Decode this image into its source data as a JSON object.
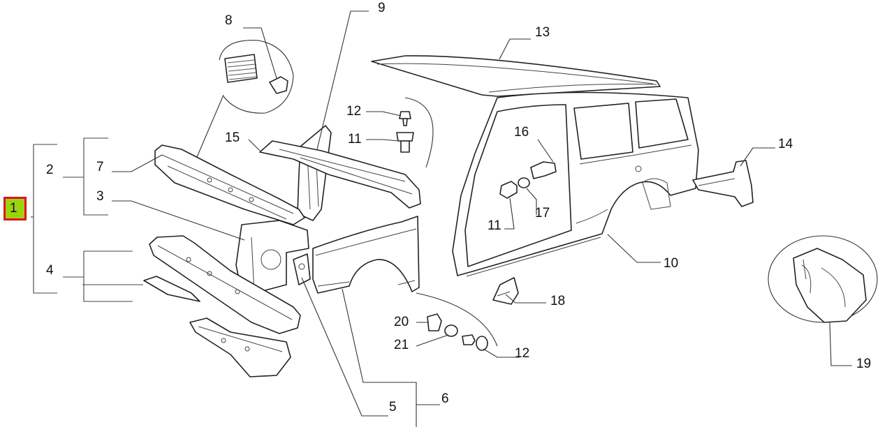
{
  "selected_callout": "1",
  "highlight_colors": {
    "frame": "#e0131f",
    "fill": "#9bd40f"
  },
  "callouts": {
    "c1": "1",
    "c2": "2",
    "c3": "3",
    "c4": "4",
    "c5": "5",
    "c6": "6",
    "c7": "7",
    "c8": "8",
    "c9": "9",
    "c10": "10",
    "c11a": "11",
    "c11b": "11",
    "c12a": "12",
    "c12b": "12",
    "c13": "13",
    "c14": "14",
    "c15": "15",
    "c16": "16",
    "c17": "17",
    "c18": "18",
    "c19": "19",
    "c20": "20",
    "c21": "21"
  }
}
